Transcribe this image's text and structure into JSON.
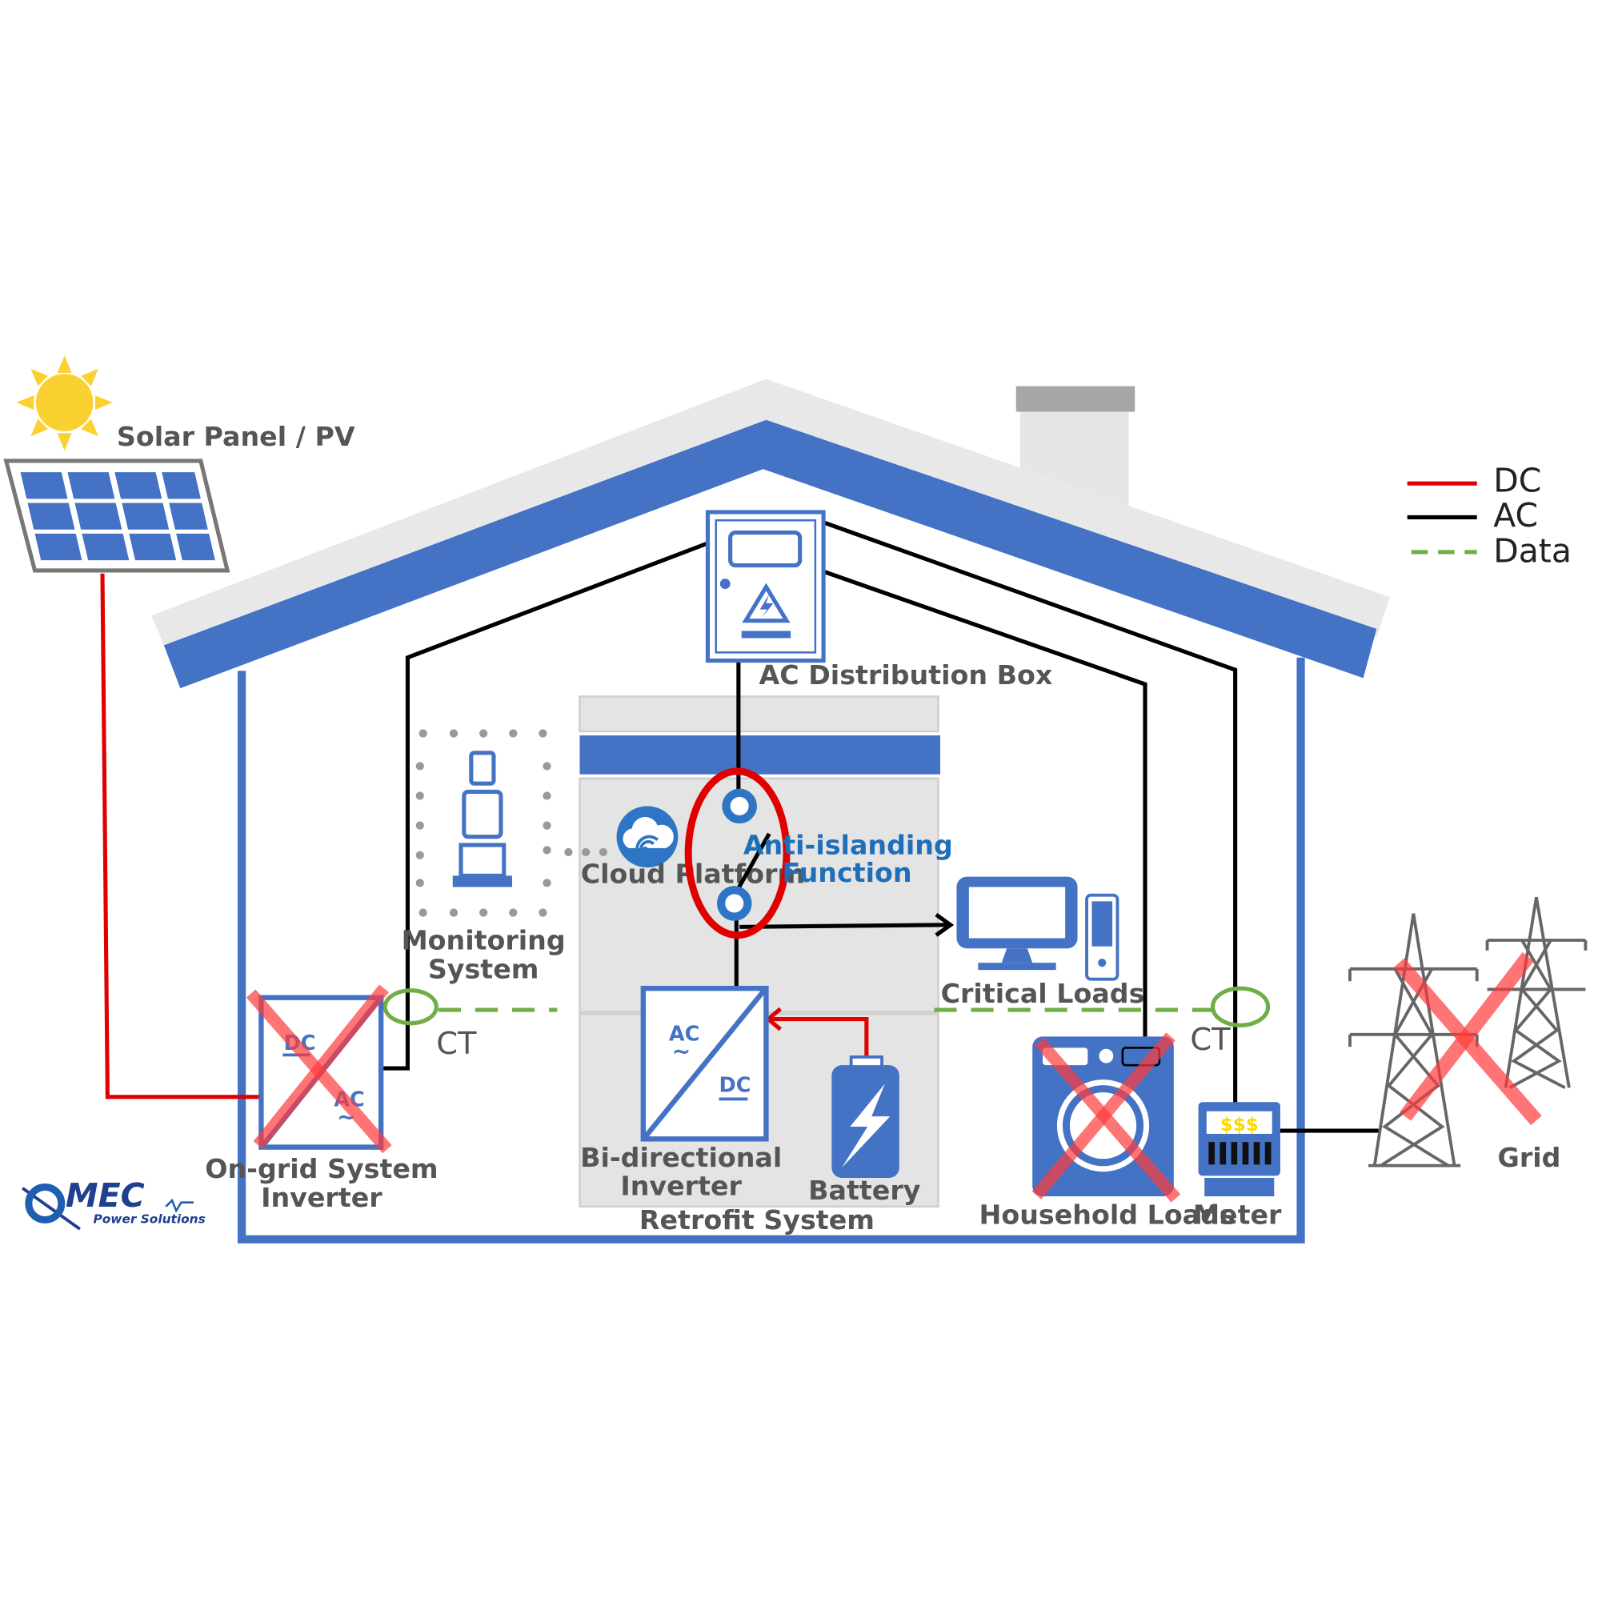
{
  "colors": {
    "dc_line": "#e00000",
    "ac_line": "#000000",
    "data_line": "#70ad47",
    "house_blue": "#4472c4",
    "roof_grey": "#e8e8e8",
    "retrofit_panel": "#e4e4e4",
    "cross_red": "#ff3b3b",
    "ct_ring": "#70ad47",
    "switch_circle": "#e00000",
    "sun": "#fbd132",
    "meter_text": "#ffd700",
    "tower_grey": "#666666"
  },
  "legend": {
    "dc": "DC",
    "ac": "AC",
    "data": "Data"
  },
  "labels": {
    "solar_panel": "Solar Panel / PV",
    "ac_distribution_box": "AC Distribution Box",
    "monitoring_line1": "Monitoring",
    "monitoring_line2": "System",
    "cloud_platform": "Cloud Platform",
    "anti_islanding_line1": "Anti-islanding",
    "anti_islanding_line2": "Function",
    "critical_loads": "Critical Loads",
    "ongrid_line1": "On-grid System",
    "ongrid_line2": "Inverter",
    "bidirectional_line1": "Bi-directional",
    "bidirectional_line2": "Inverter",
    "battery": "Battery",
    "retrofit_system": "Retrofit System",
    "household_loads": "Household Loads",
    "meter": "Meter",
    "grid": "Grid",
    "ct_left": "CT",
    "ct_right": "CT"
  },
  "inverter_markings": {
    "ongrid_dc": "DC",
    "ongrid_ac": "AC",
    "bidir_ac": "AC",
    "bidir_dc": "DC",
    "tilde": "~"
  },
  "meter_display": "$$$",
  "logo": {
    "brand": "MEC",
    "tagline": "Power Solutions"
  },
  "icons": [
    "sun-icon",
    "solar-panel-icon",
    "distribution-box-icon",
    "warning-icon",
    "monitoring-device-icon",
    "cloud-icon",
    "switch-icon",
    "monitor-icon",
    "tower-pc-icon",
    "inverter-icon",
    "battery-icon",
    "washing-machine-icon",
    "meter-icon",
    "transmission-tower-icon",
    "cross-icon",
    "ct-ring-icon"
  ]
}
